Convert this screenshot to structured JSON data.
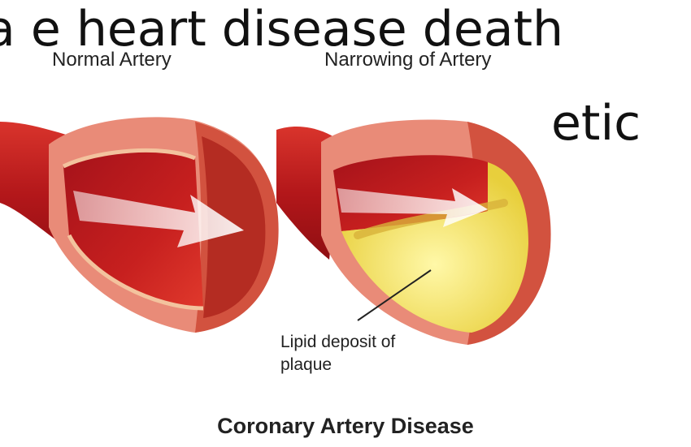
{
  "background_text": {
    "line1": "a  e heart disease death",
    "line2": "etic"
  },
  "labels": {
    "normal_artery": "Normal Artery",
    "narrowing_artery": "Narrowing of Artery",
    "plaque_line1": "Lipid deposit of",
    "plaque_line2": "plaque"
  },
  "caption": "Coronary Artery Disease",
  "colors": {
    "artery_red": "#c8201e",
    "wall_outer": "#e98b78",
    "plaque_yellow": "#f2e25a",
    "arrow": "#f5d6d3"
  }
}
